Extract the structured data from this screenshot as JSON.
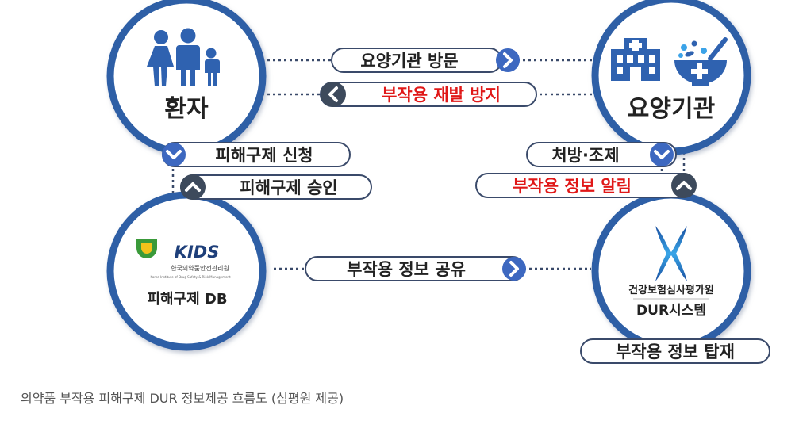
{
  "nodes": {
    "patient": "환자",
    "hospital": "요양기관",
    "kids_db": "피해구제 DB",
    "kids_logo_text": "KIDS",
    "kids_org": "한국의약품안전관리원",
    "kids_org_en": "Korea Institute of Drug Safety & Risk Management",
    "hira_org": "건강보험심사평가원",
    "hira_system": "DUR시스템"
  },
  "flows": {
    "visit": "요양기관 방문",
    "prevent": "부작용 재발 방지",
    "relief_apply": "피해구제 신청",
    "relief_approve": "피해구제 승인",
    "prescribe": "처방·조제",
    "notify": "부작용 정보 알림",
    "share": "부작용 정보 공유",
    "upload": "부작용 정보 탑재"
  },
  "colors": {
    "circle_stroke": "#2d5fa6",
    "blue_icon": "#2f62b0",
    "arrow_blue": "#3d68c0",
    "arrow_dark": "#3d4a5c",
    "alert_red": "#e01818"
  },
  "caption": "의약품 부작용 피해구제 DUR 정보제공 흐름도 (심평원 제공)"
}
